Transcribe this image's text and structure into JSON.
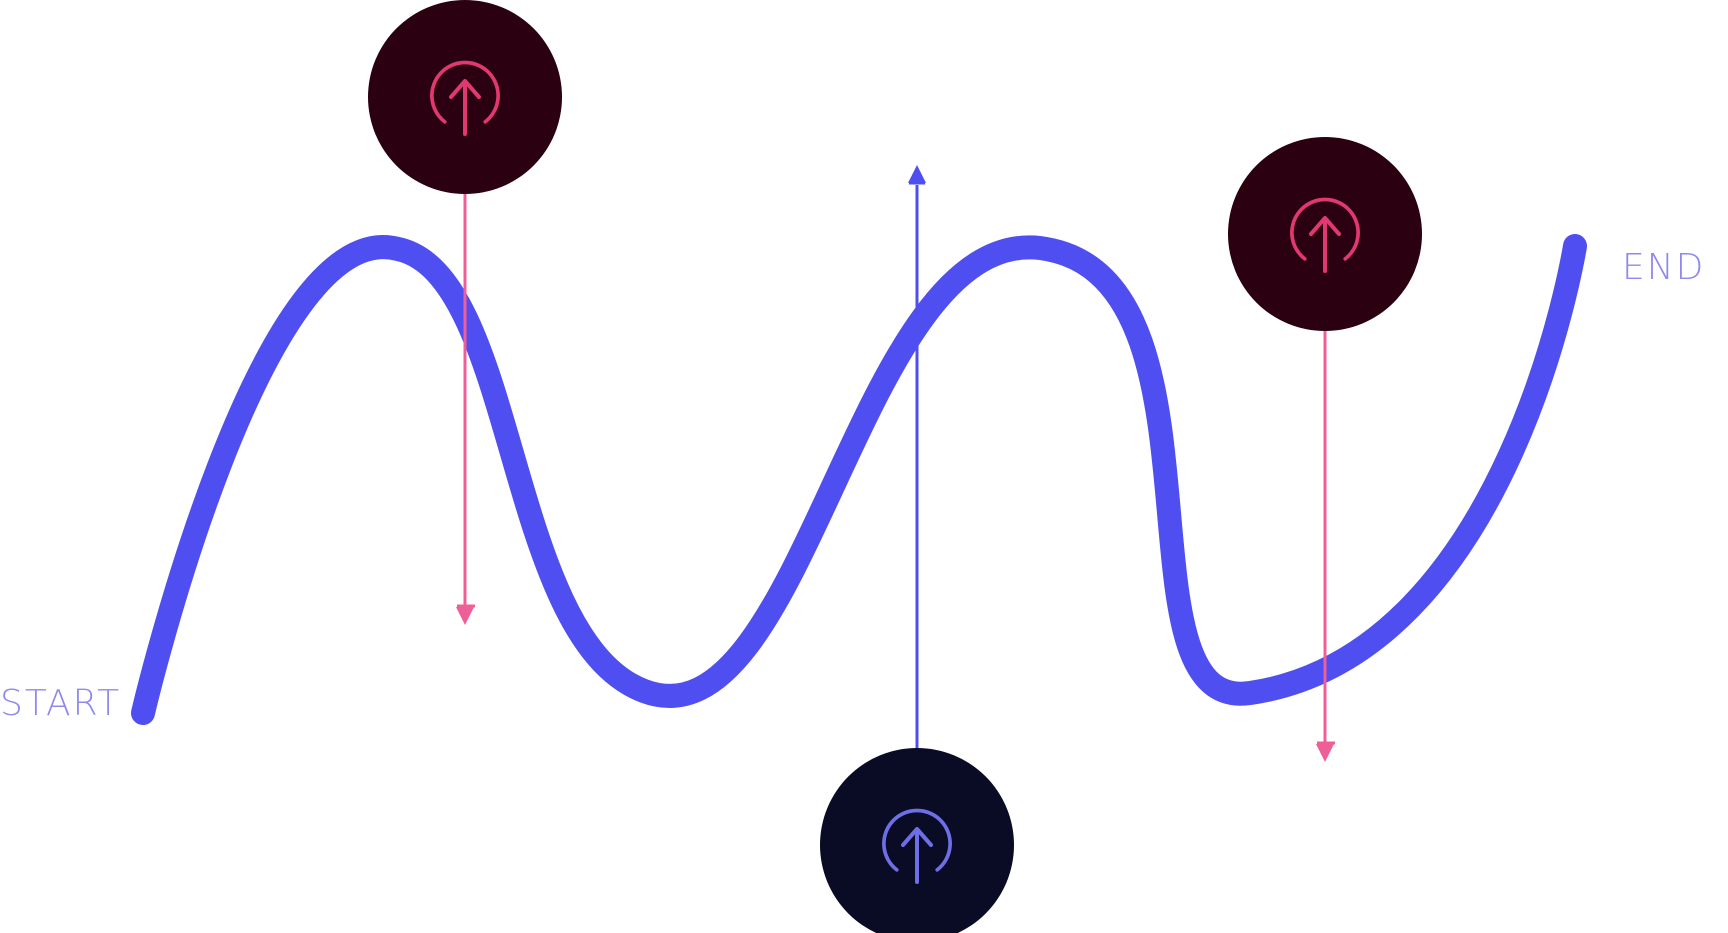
{
  "labels": {
    "start": "START",
    "end": "END"
  },
  "colors": {
    "path": "#4f4ef0",
    "down_arrow": "#ef5f97",
    "up_arrow": "#4f4ef0",
    "dark_red_node": "#2b0010",
    "dark_blue_node": "#0a0b24",
    "red_icon": "#e0386f",
    "blue_icon": "#6e6fe6",
    "label": "#8f88ee"
  },
  "nodes": [
    {
      "id": "peak-1",
      "icon": "power-up-icon",
      "arrow_direction": "down",
      "theme": "red"
    },
    {
      "id": "valley-node",
      "icon": "power-up-icon",
      "arrow_direction": "up",
      "theme": "blue"
    },
    {
      "id": "peak-2",
      "icon": "power-up-icon",
      "arrow_direction": "down",
      "theme": "red"
    }
  ]
}
